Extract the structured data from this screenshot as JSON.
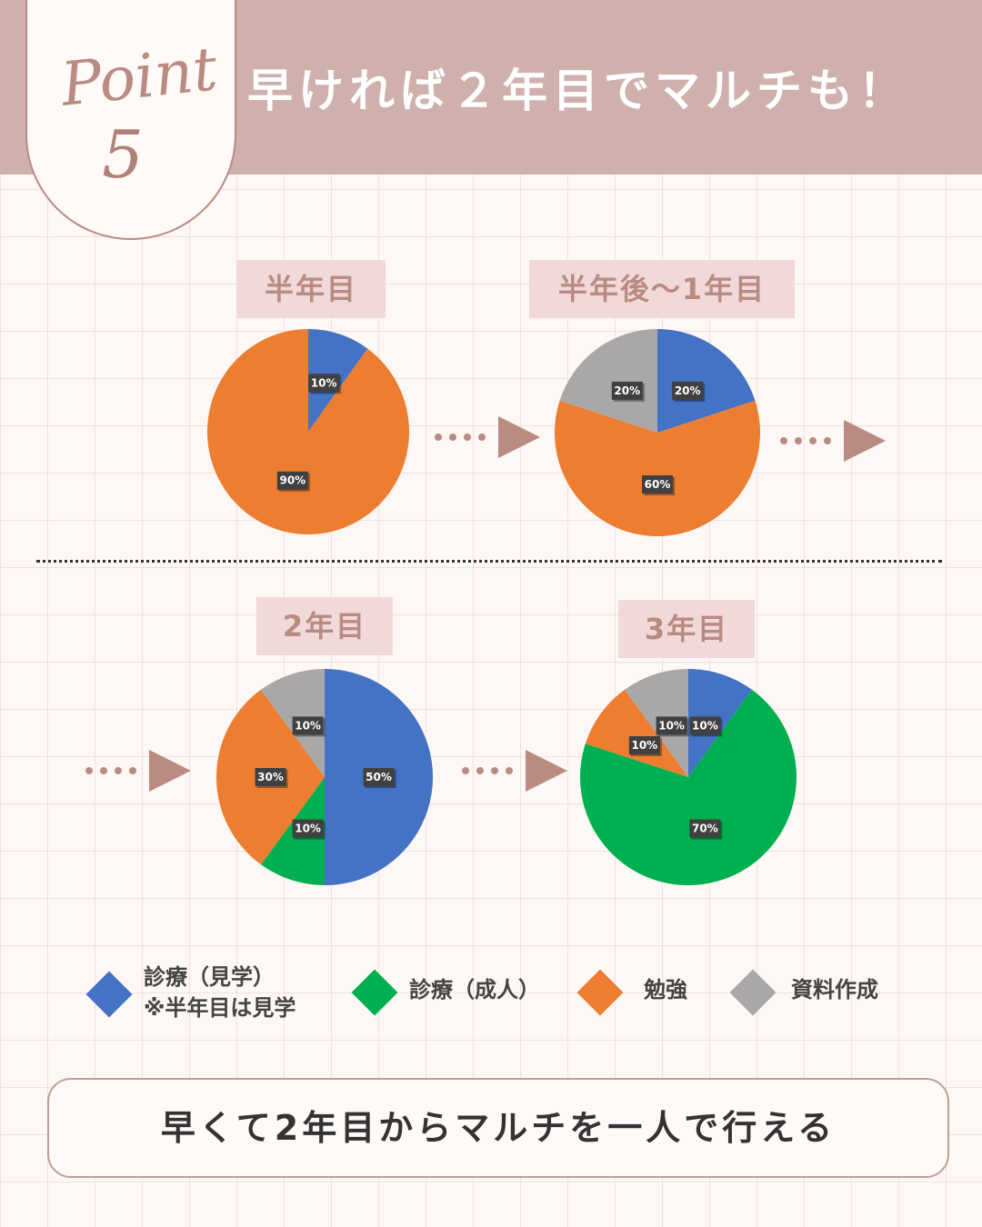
{
  "header": {
    "point_word": "Point",
    "point_number": "5",
    "title": "早ければ２年目でマルチも！"
  },
  "colors": {
    "blue": "#4472c4",
    "green": "#00b050",
    "orange": "#ed7d31",
    "gray": "#aaa7a7",
    "accent": "#b98b82"
  },
  "chart_data": [
    {
      "type": "pie",
      "title": "半年目",
      "slices": [
        {
          "category": "診療（見学）",
          "value": 10,
          "label": "10%"
        },
        {
          "category": "勉強",
          "value": 90,
          "label": "90%"
        }
      ]
    },
    {
      "type": "pie",
      "title": "半年後～1年目",
      "slices": [
        {
          "category": "診療（見学）",
          "value": 20,
          "label": "20%"
        },
        {
          "category": "勉強",
          "value": 60,
          "label": "60%"
        },
        {
          "category": "資料作成",
          "value": 20,
          "label": "20%"
        }
      ]
    },
    {
      "type": "pie",
      "title": "2年目",
      "slices": [
        {
          "category": "診療（見学）",
          "value": 50,
          "label": "50%"
        },
        {
          "category": "診療（成人）",
          "value": 10,
          "label": "10%"
        },
        {
          "category": "勉強",
          "value": 30,
          "label": "30%"
        },
        {
          "category": "資料作成",
          "value": 10,
          "label": "10%"
        }
      ]
    },
    {
      "type": "pie",
      "title": "3年目",
      "slices": [
        {
          "category": "診療（見学）",
          "value": 10,
          "label": "10%"
        },
        {
          "category": "診療（成人）",
          "value": 70,
          "label": "70%"
        },
        {
          "category": "勉強",
          "value": 10,
          "label": "10%"
        },
        {
          "category": "資料作成",
          "value": 10,
          "label": "10%"
        }
      ]
    }
  ],
  "legend": [
    {
      "category": "診療（見学）",
      "line1": "診療（見学）",
      "line2": "※半年目は見学",
      "color": "#4472c4"
    },
    {
      "category": "診療（成人）",
      "line1": "診療（成人）",
      "color": "#00b050"
    },
    {
      "category": "勉強",
      "line1": "勉強",
      "color": "#ed7d31"
    },
    {
      "category": "資料作成",
      "line1": "資料作成",
      "color": "#aaa7a7"
    }
  ],
  "footer": {
    "summary": "早くて2年目からマルチを一人で行える"
  }
}
